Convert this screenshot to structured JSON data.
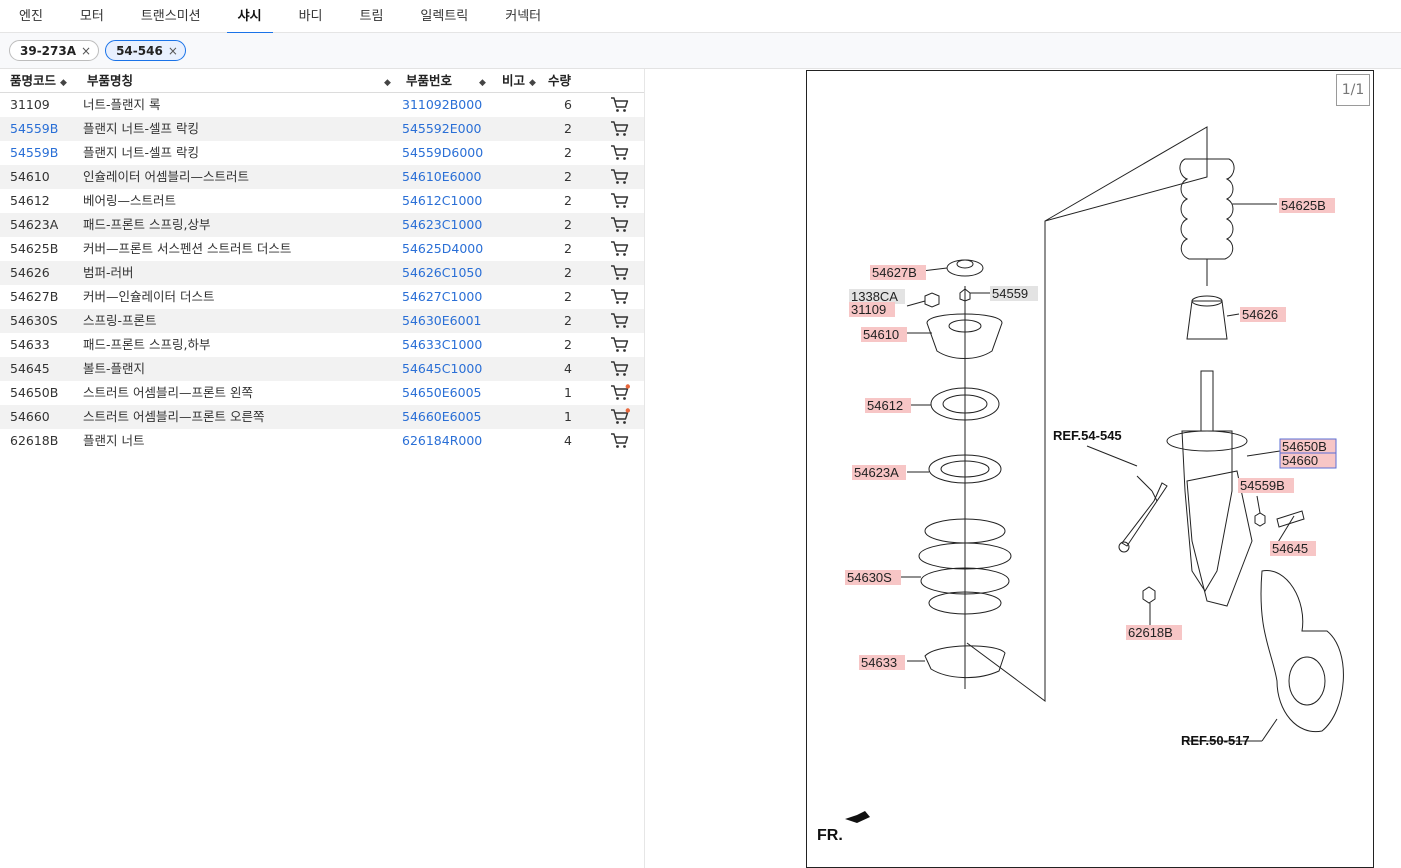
{
  "tabs": [
    "엔진",
    "모터",
    "트랜스미션",
    "샤시",
    "바디",
    "트림",
    "일렉트릭",
    "커넥터"
  ],
  "active_tab": 3,
  "filters": [
    {
      "label": "39-273A",
      "selected": false
    },
    {
      "label": "54-546",
      "selected": true
    }
  ],
  "table": {
    "headers": {
      "code": "품명코드",
      "name": "부품명칭",
      "number": "부품번호",
      "note": "비고",
      "qty": "수량"
    },
    "rows": [
      {
        "code": "31109",
        "name": "너트-플랜지 록",
        "number": "311092B000",
        "qty": "6",
        "code_link": false,
        "alert": false
      },
      {
        "code": "54559B",
        "name": "플랜지 너트-셀프 락킹",
        "number": "545592E000",
        "qty": "2",
        "code_link": true,
        "alert": false
      },
      {
        "code": "54559B",
        "name": "플랜지 너트-셀프 락킹",
        "number": "54559D6000",
        "qty": "2",
        "code_link": true,
        "alert": false
      },
      {
        "code": "54610",
        "name": "인슐레이터 어셈블리—스트러트",
        "number": "54610E6000",
        "qty": "2",
        "code_link": false,
        "alert": false
      },
      {
        "code": "54612",
        "name": "베어링—스트러트",
        "number": "54612C1000",
        "qty": "2",
        "code_link": false,
        "alert": false
      },
      {
        "code": "54623A",
        "name": "패드-프론트 스프링,상부",
        "number": "54623C1000",
        "qty": "2",
        "code_link": false,
        "alert": false
      },
      {
        "code": "54625B",
        "name": "커버—프론트 서스펜션 스트러트 더스트",
        "number": "54625D4000",
        "qty": "2",
        "code_link": false,
        "alert": false
      },
      {
        "code": "54626",
        "name": "범퍼-러버",
        "number": "54626C1050",
        "qty": "2",
        "code_link": false,
        "alert": false
      },
      {
        "code": "54627B",
        "name": "커버—인슐레이터 더스트",
        "number": "54627C1000",
        "qty": "2",
        "code_link": false,
        "alert": false
      },
      {
        "code": "54630S",
        "name": "스프링-프론트",
        "number": "54630E6001",
        "qty": "2",
        "code_link": false,
        "alert": false
      },
      {
        "code": "54633",
        "name": "패드-프론트 스프링,하부",
        "number": "54633C1000",
        "qty": "2",
        "code_link": false,
        "alert": false
      },
      {
        "code": "54645",
        "name": "볼트-플랜지",
        "number": "54645C1000",
        "qty": "4",
        "code_link": false,
        "alert": false
      },
      {
        "code": "54650B",
        "name": "스트러트 어셈블리—프론트 왼쪽",
        "number": "54650E6005",
        "qty": "1",
        "code_link": false,
        "alert": true
      },
      {
        "code": "54660",
        "name": "스트러트 어셈블리—프론트 오른쪽",
        "number": "54660E6005",
        "qty": "1",
        "code_link": false,
        "alert": true
      },
      {
        "code": "62618B",
        "name": "플랜지 너트",
        "number": "626184R000",
        "qty": "4",
        "code_link": false,
        "alert": false
      }
    ]
  },
  "diagram": {
    "page": "1/1",
    "labels": {
      "p54625B": "54625B",
      "p54627B": "54627B",
      "p54559": "54559",
      "p1338CA": "1338CA",
      "p31109": "31109",
      "p54610": "54610",
      "p54626": "54626",
      "p54612": "54612",
      "p54623A": "54623A",
      "p54650B": "54650B",
      "p54660": "54660",
      "p54559B": "54559B",
      "p54645": "54645",
      "p54630S": "54630S",
      "p62618B": "62618B",
      "p54633": "54633"
    },
    "refs": {
      "r1": "REF.54-545",
      "r2": "REF.50-517"
    },
    "front": "FR."
  },
  "colors": {
    "accent": "#1a73e8",
    "link": "#2a6fd6",
    "label_highlight": "#f7c6c6",
    "alert_dot": "#e8673c"
  },
  "icons": {
    "cart": "cart-icon",
    "close": "close-icon",
    "sort": "sort-icon"
  }
}
